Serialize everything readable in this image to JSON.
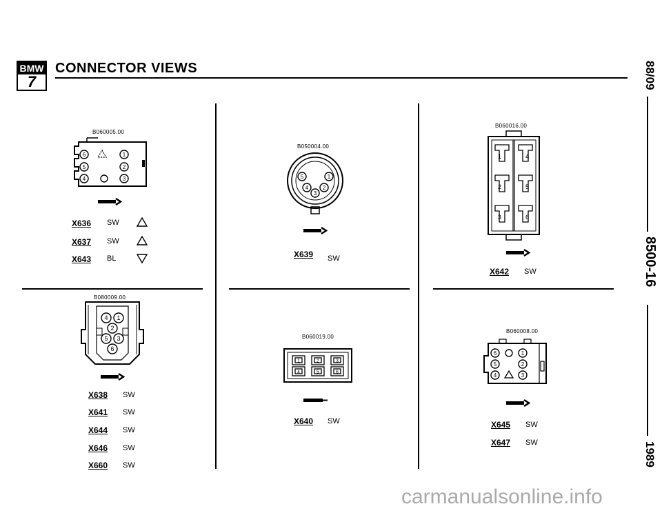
{
  "header": {
    "logo_brand": "BMW",
    "logo_series": "7",
    "title": "CONNECTOR VIEWS"
  },
  "side_labels": {
    "date": "88/09",
    "page": "8500-16",
    "year": "1989"
  },
  "diagrams": {
    "d1": {
      "code": "B060005.00",
      "pins": [
        "6",
        "1",
        "5",
        "2",
        "4",
        "3"
      ]
    },
    "d2": {
      "code": "B050004.00",
      "pins": [
        "5",
        "1",
        "4",
        "2",
        "3"
      ]
    },
    "d3": {
      "code": "B060016.00",
      "pins": [
        "1",
        "4",
        "2",
        "5",
        "3",
        "6"
      ]
    },
    "d4": {
      "code": "B080009.00",
      "pins": [
        "4",
        "1",
        "2",
        "5",
        "3",
        "6"
      ]
    },
    "d5": {
      "code": "B060019.00",
      "pins": [
        "1",
        "2",
        "3",
        "4",
        "5",
        "6"
      ]
    },
    "d6": {
      "code": "B060008.00",
      "pins": [
        "6",
        "1",
        "5",
        "2",
        "4",
        "3"
      ]
    }
  },
  "connectors": {
    "x636": {
      "id": "X636",
      "color": "SW"
    },
    "x637": {
      "id": "X637",
      "color": "SW"
    },
    "x643": {
      "id": "X643",
      "color": "BL"
    },
    "x639": {
      "id": "X639",
      "color": "SW"
    },
    "x642": {
      "id": "X642",
      "color": "SW"
    },
    "x638": {
      "id": "X638",
      "color": "SW"
    },
    "x641": {
      "id": "X641",
      "color": "SW"
    },
    "x644": {
      "id": "X644",
      "color": "SW"
    },
    "x646": {
      "id": "X646",
      "color": "SW"
    },
    "x660": {
      "id": "X660",
      "color": "SW"
    },
    "x640": {
      "id": "X640",
      "color": "SW"
    },
    "x645": {
      "id": "X645",
      "color": "SW"
    },
    "x647": {
      "id": "X647",
      "color": "SW"
    }
  },
  "watermark": "carmanualsonline.info"
}
